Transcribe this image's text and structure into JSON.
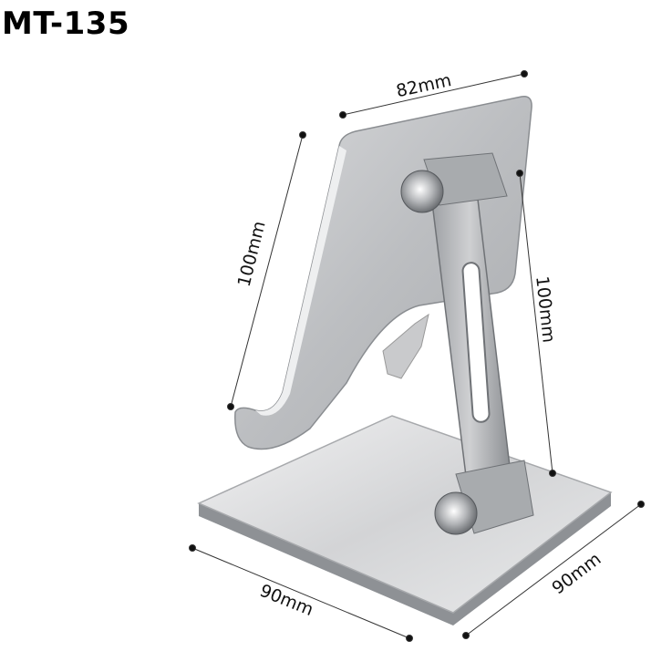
{
  "title": "MT-135",
  "dimensions": {
    "top_width": "82mm",
    "plate_height": "100mm",
    "arm_height": "100mm",
    "base_depth": "90mm",
    "base_width": "90mm"
  },
  "colors": {
    "metal_light": "#e4e5e7",
    "metal_mid": "#b9bbbe",
    "metal_dark": "#7c7f83",
    "line": "#333333"
  }
}
